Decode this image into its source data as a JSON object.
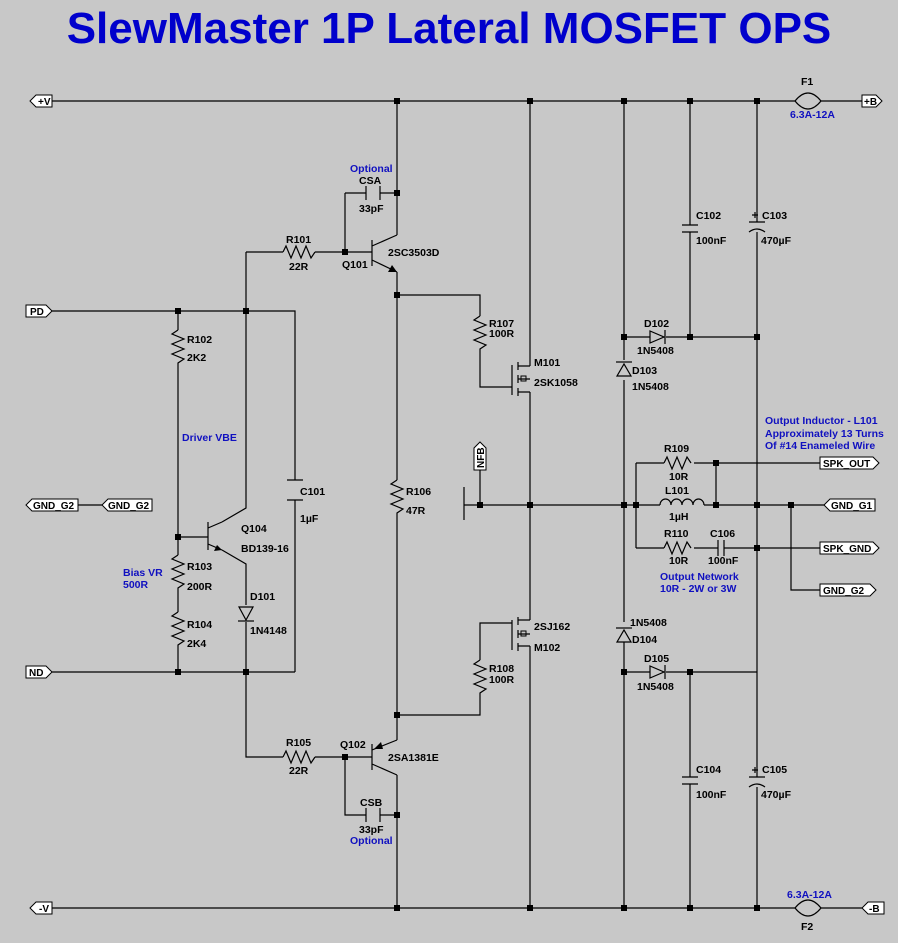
{
  "title": "SlewMaster 1P Lateral MOSFET OPS",
  "ports": {
    "pos_v": "+V",
    "neg_v": "-V",
    "pos_b": "+B",
    "neg_b": "-B",
    "pd": "PD",
    "nd": "ND",
    "gnd_g2_left": "GND_G2",
    "gnd_g2_right": "GND_G2",
    "nfb": "NFB",
    "spk_out": "SPK_OUT",
    "gnd_g1": "GND_G1",
    "spk_gnd": "SPK_GND",
    "gnd_g2_b": "GND_G2"
  },
  "parts": {
    "f1": {
      "ref": "F1",
      "value": "6.3A-12A"
    },
    "f2": {
      "ref": "F2",
      "value": "6.3A-12A"
    },
    "csa": {
      "ref": "CSA",
      "value": "33pF",
      "note": "Optional"
    },
    "csb": {
      "ref": "CSB",
      "value": "33pF",
      "note": "Optional"
    },
    "r101": {
      "ref": "R101",
      "value": "22R"
    },
    "r105": {
      "ref": "R105",
      "value": "22R"
    },
    "q101": {
      "ref": "Q101",
      "value": "2SC3503D"
    },
    "q102": {
      "ref": "Q102",
      "value": "2SA1381E"
    },
    "r107": {
      "ref": "R107",
      "value": "100R"
    },
    "r108": {
      "ref": "R108",
      "value": "100R"
    },
    "m101": {
      "ref": "M101",
      "value": "2SK1058"
    },
    "m102": {
      "ref": "M102",
      "value": "2SJ162"
    },
    "r106": {
      "ref": "R106",
      "value": "47R"
    },
    "r102": {
      "ref": "R102",
      "value": "2K2"
    },
    "r103": {
      "ref": "R103",
      "value": "200R"
    },
    "r104": {
      "ref": "R104",
      "value": "2K4"
    },
    "c101": {
      "ref": "C101",
      "value": "1µF"
    },
    "q104": {
      "ref": "Q104",
      "value": "BD139-16"
    },
    "d101": {
      "ref": "D101",
      "value": "1N4148"
    },
    "c102": {
      "ref": "C102",
      "value": "100nF"
    },
    "c103": {
      "ref": "C103",
      "value": "470µF"
    },
    "c104": {
      "ref": "C104",
      "value": "100nF"
    },
    "c105": {
      "ref": "C105",
      "value": "470µF"
    },
    "d102": {
      "ref": "D102",
      "value": "1N5408"
    },
    "d103": {
      "ref": "D103",
      "value": "1N5408"
    },
    "d104": {
      "ref": "D104",
      "value": "1N5408"
    },
    "d105": {
      "ref": "D105",
      "value": "1N5408"
    },
    "r109": {
      "ref": "R109",
      "value": "10R"
    },
    "l101": {
      "ref": "L101",
      "value": "1µH"
    },
    "r110": {
      "ref": "R110",
      "value": "10R"
    },
    "c106": {
      "ref": "C106",
      "value": "100nF"
    }
  },
  "notes": {
    "driver_vbe": "Driver VBE",
    "bias_vr_1": "Bias VR",
    "bias_vr_2": "500R",
    "inductor_1": "Output Inductor - L101",
    "inductor_2": "Approximately 13 Turns",
    "inductor_3": "Of #14 Enameled Wire",
    "network_1": "Output Network",
    "network_2": "10R - 2W or 3W"
  }
}
